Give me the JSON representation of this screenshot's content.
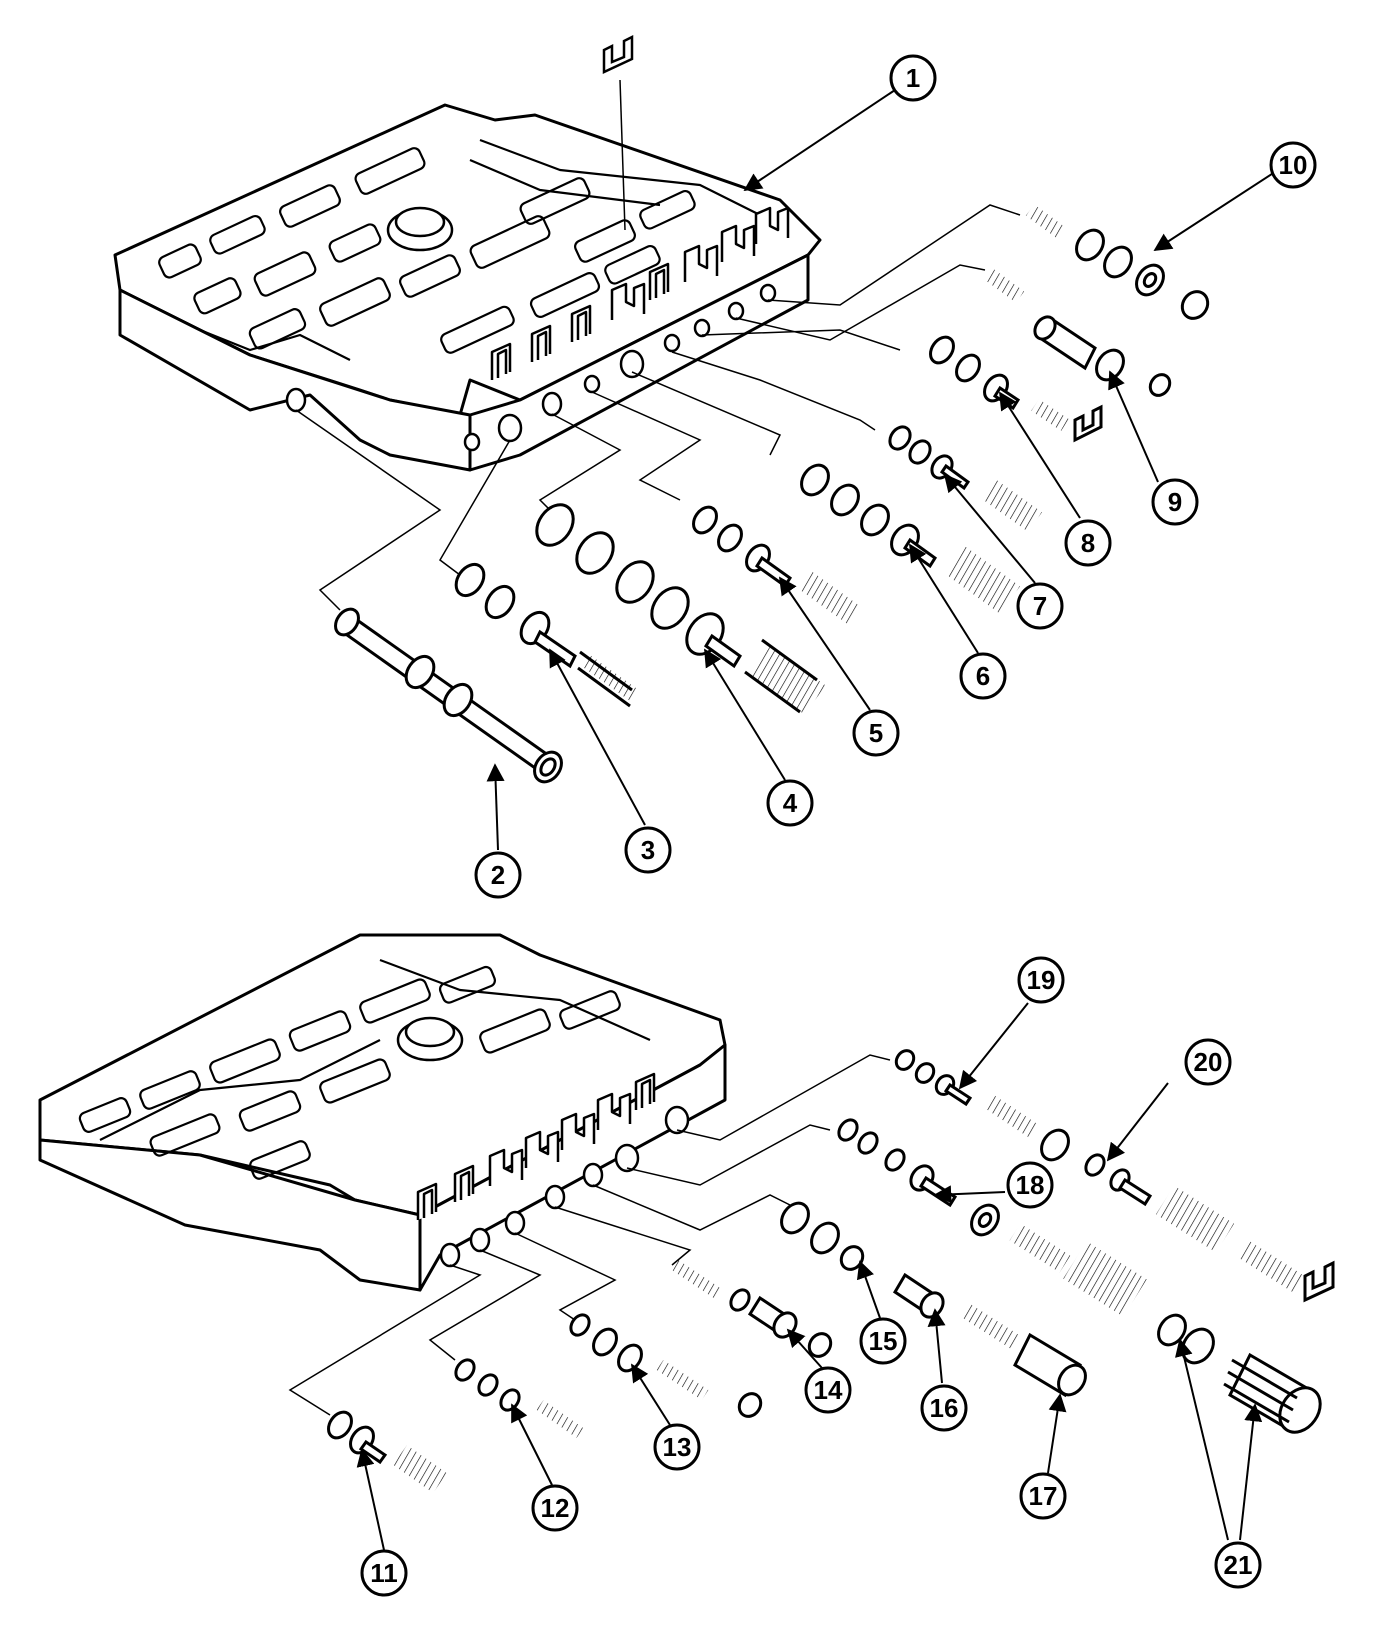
{
  "callouts": [
    {
      "label": "1"
    },
    {
      "label": "2"
    },
    {
      "label": "3"
    },
    {
      "label": "4"
    },
    {
      "label": "5"
    },
    {
      "label": "6"
    },
    {
      "label": "7"
    },
    {
      "label": "8"
    },
    {
      "label": "9"
    },
    {
      "label": "10"
    },
    {
      "label": "11"
    },
    {
      "label": "12"
    },
    {
      "label": "13"
    },
    {
      "label": "14"
    },
    {
      "label": "15"
    },
    {
      "label": "16"
    },
    {
      "label": "17"
    },
    {
      "label": "18"
    },
    {
      "label": "19"
    },
    {
      "label": "20"
    },
    {
      "label": "21"
    }
  ]
}
